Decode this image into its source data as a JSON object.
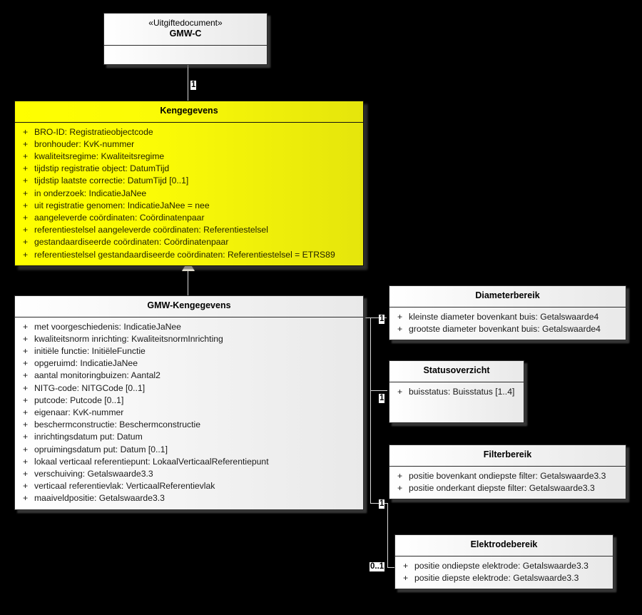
{
  "diagram": {
    "title": "GMW-C Kengegevens UML klassendiagram",
    "background": "#000000",
    "highlight_color": "#ffff00"
  },
  "classes": {
    "gmw_c": {
      "stereotype": "«Uitgiftedocument»",
      "name": "GMW-C",
      "attributes": []
    },
    "kengegevens": {
      "name": "Kengegevens",
      "attributes": [
        {
          "visibility": "+",
          "text": "BRO-ID: Registratieobjectcode"
        },
        {
          "visibility": "+",
          "text": "bronhouder: KvK-nummer"
        },
        {
          "visibility": "+",
          "text": "kwaliteitsregime: Kwaliteitsregime"
        },
        {
          "visibility": "+",
          "text": "tijdstip registratie object: DatumTijd"
        },
        {
          "visibility": "+",
          "text": "tijdstip laatste correctie: DatumTijd [0..1]"
        },
        {
          "visibility": "+",
          "text": "in onderzoek: IndicatieJaNee"
        },
        {
          "visibility": "+",
          "text": "uit registratie genomen: IndicatieJaNee = nee"
        },
        {
          "visibility": "+",
          "text": "aangeleverde coördinaten: Coördinatenpaar"
        },
        {
          "visibility": "+",
          "text": "referentiestelsel aangeleverde coördinaten: Referentiestelsel"
        },
        {
          "visibility": "+",
          "text": "gestandaardiseerde coördinaten: Coördinatenpaar"
        },
        {
          "visibility": "+",
          "text": "referentiestelsel gestandaardiseerde coördinaten: Referentiestelsel = ETRS89"
        }
      ]
    },
    "gmw_kengegevens": {
      "name": "GMW-Kengegevens",
      "attributes": [
        {
          "visibility": "+",
          "text": "met voorgeschiedenis: IndicatieJaNee"
        },
        {
          "visibility": "+",
          "text": "kwaliteitsnorm inrichting: KwaliteitsnormInrichting"
        },
        {
          "visibility": "+",
          "text": "initiële functie: InitiëleFunctie"
        },
        {
          "visibility": "+",
          "text": "opgeruimd: IndicatieJaNee"
        },
        {
          "visibility": "+",
          "text": "aantal monitoringbuizen: Aantal2"
        },
        {
          "visibility": "+",
          "text": "NITG-code: NITGCode [0..1]"
        },
        {
          "visibility": "+",
          "text": "putcode: Putcode [0..1]"
        },
        {
          "visibility": "+",
          "text": "eigenaar: KvK-nummer"
        },
        {
          "visibility": "+",
          "text": "beschermconstructie: Beschermconstructie"
        },
        {
          "visibility": "+",
          "text": "inrichtingsdatum put: Datum"
        },
        {
          "visibility": "+",
          "text": "opruimingsdatum put: Datum [0..1]"
        },
        {
          "visibility": "+",
          "text": "lokaal verticaal referentiepunt: LokaalVerticaalReferentiepunt"
        },
        {
          "visibility": "+",
          "text": "verschuiving: Getalswaarde3.3"
        },
        {
          "visibility": "+",
          "text": "verticaal referentievlak: VerticaalReferentievlak"
        },
        {
          "visibility": "+",
          "text": "maaiveldpositie: Getalswaarde3.3"
        }
      ]
    },
    "diameterbereik": {
      "name": "Diameterbereik",
      "attributes": [
        {
          "visibility": "+",
          "text": "kleinste diameter bovenkant buis: Getalswaarde4"
        },
        {
          "visibility": "+",
          "text": "grootste diameter bovenkant buis: Getalswaarde4"
        }
      ]
    },
    "statusoverzicht": {
      "name": "Statusoverzicht",
      "attributes": [
        {
          "visibility": "+",
          "text": "buisstatus: Buisstatus [1..4]"
        }
      ]
    },
    "filterbereik": {
      "name": "Filterbereik",
      "attributes": [
        {
          "visibility": "+",
          "text": "positie bovenkant ondiepste filter: Getalswaarde3.3"
        },
        {
          "visibility": "+",
          "text": "positie onderkant diepste filter: Getalswaarde3.3"
        }
      ]
    },
    "elektrodebereik": {
      "name": "Elektrodebereik",
      "attributes": [
        {
          "visibility": "+",
          "text": "positie ondiepste elektrode: Getalswaarde3.3"
        },
        {
          "visibility": "+",
          "text": "positie diepste elektrode: Getalswaarde3.3"
        }
      ]
    }
  },
  "connectors": {
    "gmwc_to_kengegevens": {
      "multiplicity": "1"
    },
    "kengegevens_to_gmw_kengegevens": {
      "type": "generalization",
      "multiplicity": ""
    },
    "to_diameterbereik": {
      "multiplicity": "1"
    },
    "to_statusoverzicht": {
      "multiplicity": "1"
    },
    "to_filterbereik": {
      "multiplicity": "1"
    },
    "to_elektrodebereik": {
      "multiplicity": "0..1"
    }
  }
}
